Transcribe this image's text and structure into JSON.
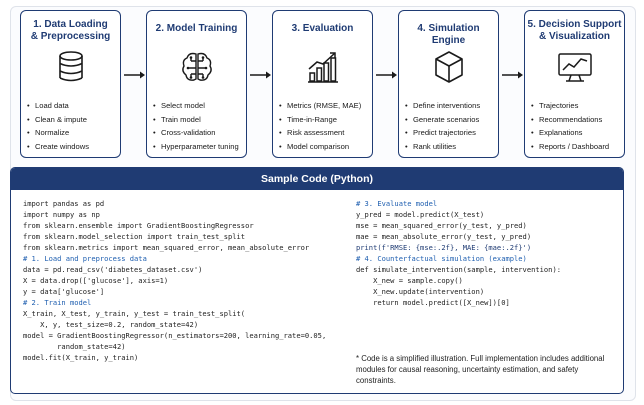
{
  "pipeline": [
    {
      "title_line1": "1. Data Loading",
      "title_line2": "& Preprocessing",
      "icon": "database-icon",
      "items": [
        "Load data",
        "Clean & impute",
        "Normalize",
        "Create windows"
      ]
    },
    {
      "title_line1": "2. Model Training",
      "title_line2": "",
      "icon": "brain-icon",
      "items": [
        "Select model",
        "Train model",
        "Cross-validation",
        "Hyperparameter tuning"
      ]
    },
    {
      "title_line1": "3. Evaluation",
      "title_line2": "",
      "icon": "bar-chart-icon",
      "items": [
        "Metrics (RMSE, MAE)",
        "Time-in-Range",
        "Risk assessment",
        "Model comparison"
      ]
    },
    {
      "title_line1": "4. Simulation Engine",
      "title_line2": "",
      "icon": "cube-icon",
      "items": [
        "Define interventions",
        "Generate scenarios",
        "Predict trajectories",
        "Rank utilities"
      ]
    },
    {
      "title_line1": "5. Decision Support",
      "title_line2": "& Visualization",
      "icon": "monitor-chart-icon",
      "items": [
        "Trajectories",
        "Recommendations",
        "Explanations",
        "Reports / Dashboard"
      ]
    }
  ],
  "code": {
    "title": "Sample Code (Python)",
    "imports": [
      "import pandas as pd",
      "import numpy as np",
      "from sklearn.ensemble import GradientBoostingRegressor",
      "from sklearn.model_selection import train_test_split",
      "from sklearn.metrics import mean_squared_error, mean_absolute_error"
    ],
    "load_comment": "# 1. Load and preprocess data",
    "load_lines": [
      "data = pd.read_csv('diabetes_dataset.csv')",
      "X = data.drop(['glucose'], axis=1)",
      "y = data['glucose']"
    ],
    "train_comment": "# 2. Train model",
    "train_lines": [
      "X_train, X_test, y_train, y_test = train_test_split(",
      "    X, y, test_size=0.2, random_state=42)",
      "model = GradientBoostingRegressor(n_estimators=200, learning_rate=0.05,",
      "        random_state=42)",
      "model.fit(X_train, y_train)"
    ],
    "eval_comment": "# 3. Evaluate model",
    "eval_lines": [
      "y_pred = model.predict(X_test)",
      "mse = mean_squared_error(y_test, y_pred)",
      "mae = mean_absolute_error(y_test, y_pred)",
      "print(f'RMSE: {mse:.2f}, MAE: {mae:.2f}')"
    ],
    "sim_comment": "# 4. Counterfactual simulation (example)",
    "sim_lines": [
      "def simulate_intervention(sample, intervention):",
      "    X_new = sample.copy()",
      "    X_new.update(intervention)",
      "    return model.predict([X_new])[0]"
    ],
    "note": "* Code is a simplified illustration. Full implementation includes additional modules for causal reasoning, uncertainty estimation, and safety constraints."
  },
  "colors": {
    "accent": "#1f3b73",
    "comment": "#1f5fb0"
  }
}
